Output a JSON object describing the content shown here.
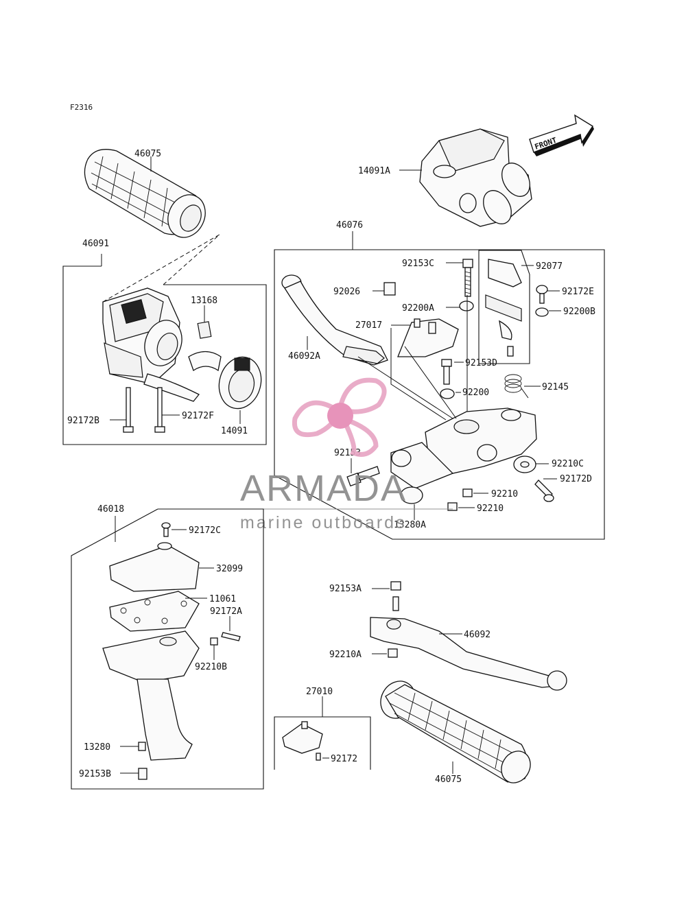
{
  "figure": {
    "code": "F2316"
  },
  "front_arrow": {
    "label": "FRONT"
  },
  "watermark": {
    "brand": "ARMADA",
    "tagline": "marine outboards",
    "logo_color": "#e8a6c4",
    "logo_center_color": "#e58ab5",
    "text_color": "#8a8a8a"
  },
  "parts": {
    "p46075_top": "46075",
    "p46091": "46091",
    "p13168": "13168",
    "p92172B": "92172B",
    "p92172F": "92172F",
    "p14091": "14091",
    "p14091A": "14091A",
    "p46076": "46076",
    "p92153C": "92153C",
    "p92077": "92077",
    "p92026": "92026",
    "p92172E": "92172E",
    "p92200A": "92200A",
    "p92200B": "92200B",
    "p27017": "27017",
    "p46092A": "46092A",
    "p92153D": "92153D",
    "p92145": "92145",
    "p92200": "92200",
    "p92153": "92153",
    "p92210C": "92210C",
    "p92172D": "92172D",
    "p92210_1": "92210",
    "p92210_2": "92210",
    "p13280A": "13280A",
    "p46018": "46018",
    "p92172C": "92172C",
    "p32099": "32099",
    "p11061": "11061",
    "p92172A": "92172A",
    "p92210B": "92210B",
    "p13280": "13280",
    "p92153B": "92153B",
    "p92153A": "92153A",
    "p46092": "46092",
    "p92210A": "92210A",
    "p27010": "27010",
    "p92172": "92172",
    "p46075_bottom": "46075"
  }
}
